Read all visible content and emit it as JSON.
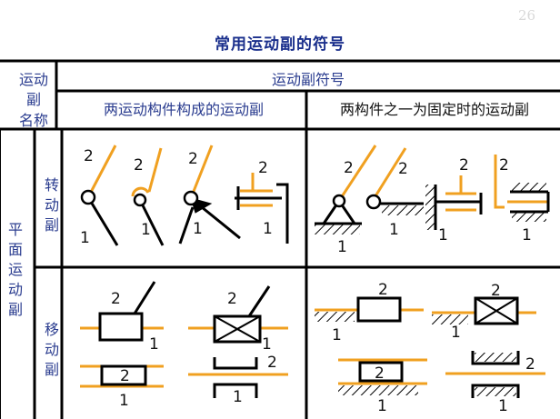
{
  "page_number": "26",
  "title": "常用运动副的符号",
  "header": {
    "corner_line1": "运动",
    "corner_line2": "副",
    "corner_line3": "名称",
    "symbols_header": "运动副符号",
    "col_both_moving": "两运动构件构成的运动副",
    "col_one_fixed": "两构件之一为固定时的运动副"
  },
  "row_groups": {
    "planar": "平面运动副",
    "revolute": "转动副",
    "prismatic": "移动副"
  },
  "labels": {
    "one": "1",
    "two": "2"
  },
  "colors": {
    "link": "#f0a020",
    "line": "#000000",
    "title": "#1a2f8c",
    "header_text": "#2a3c8f"
  }
}
